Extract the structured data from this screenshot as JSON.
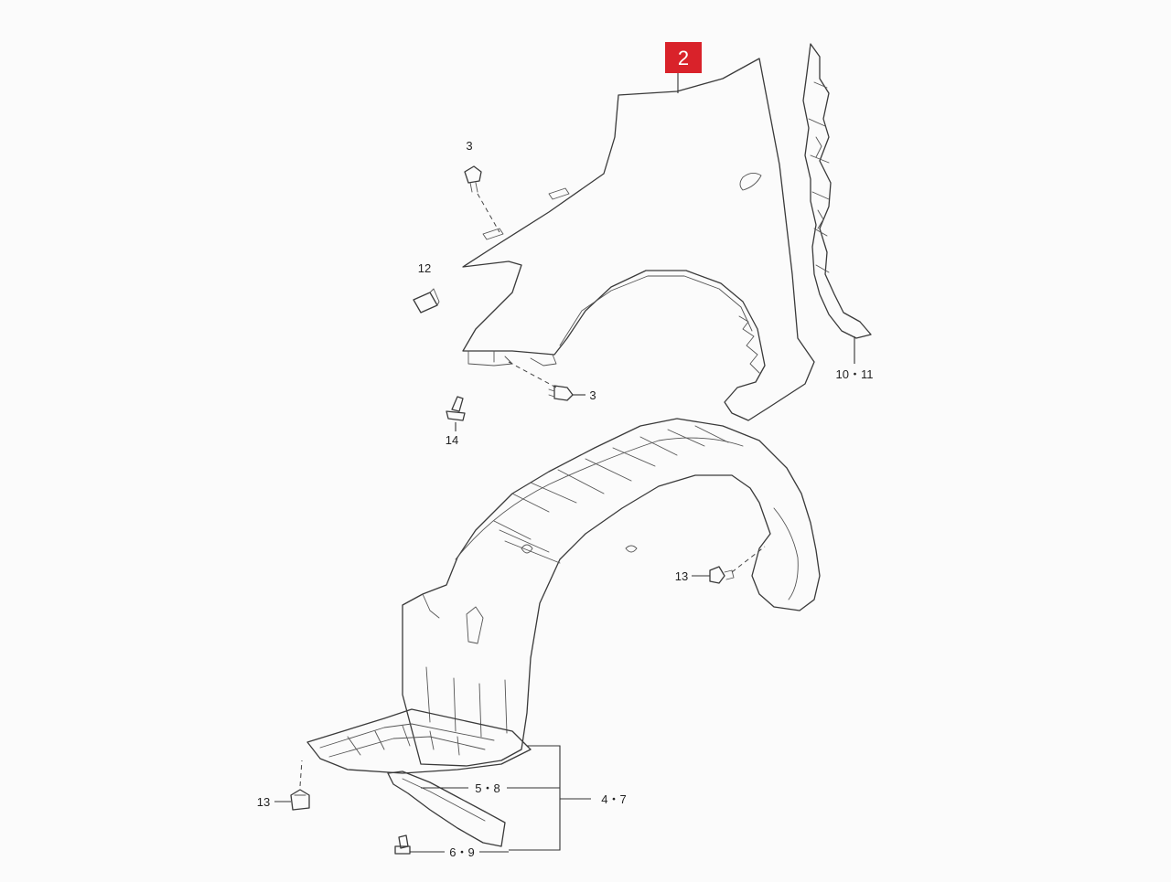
{
  "highlight_color": "#d9222a",
  "labels": {
    "fender": "2",
    "bolt_upper": "3",
    "bolt_lower": "3",
    "cap": "12",
    "seal": "10・11",
    "screw": "14",
    "clip_right": "13",
    "clip_left": "13",
    "splash_group": "5・8",
    "liner_group": "4・7",
    "screw_bottom": "6・9"
  }
}
